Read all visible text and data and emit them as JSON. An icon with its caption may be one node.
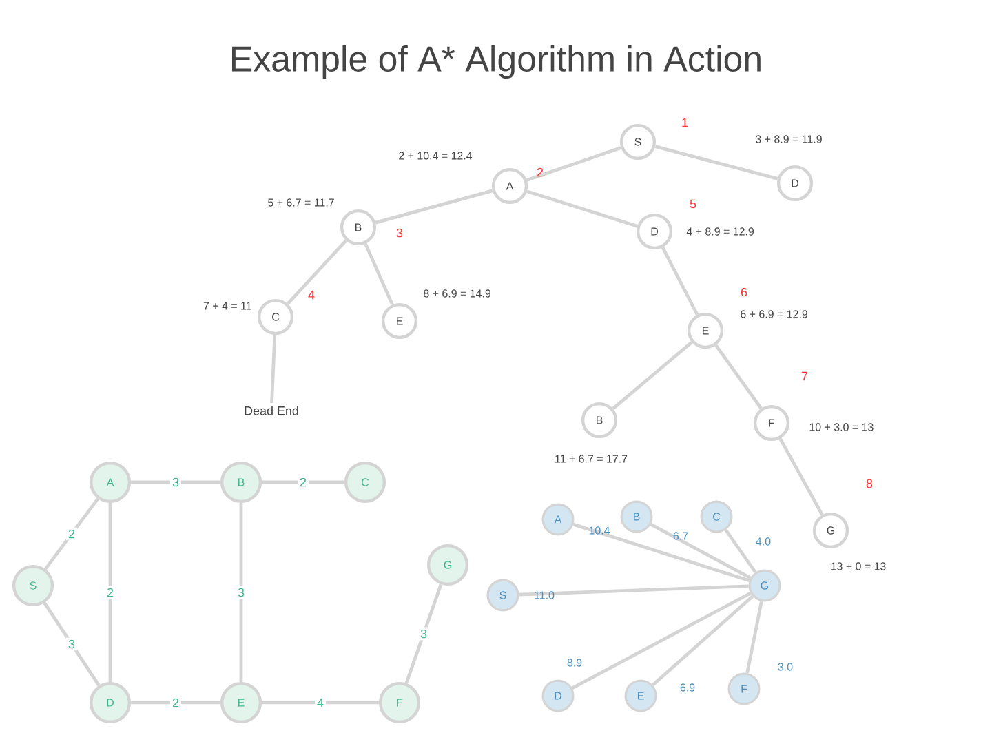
{
  "diagram": {
    "title": "Example of A* Algorithm in Action",
    "nodes": [
      {
        "text": [
          "S"
        ],
        "beside": [
          "1"
        ]
      },
      {
        "text": [
          "D"
        ],
        "beside": [
          "3 + 8.9 = 11.9"
        ]
      },
      {
        "text": [
          "A"
        ],
        "beside": [
          "2",
          "2 + 10.4 = 12.4"
        ]
      },
      {
        "text": [
          "B"
        ],
        "beside": [
          "3",
          "5 + 6.7 = 11.7"
        ]
      },
      {
        "text": [
          "D"
        ],
        "beside": [
          "5",
          "4 + 8.9 = 12.9"
        ]
      },
      {
        "text": [
          "C"
        ],
        "beside": [
          "4",
          "7 + 4 = 11"
        ]
      },
      {
        "text": [
          "E"
        ],
        "beside": [
          "8 + 6.9 = 14.9"
        ]
      },
      {
        "text": [
          "E"
        ],
        "beside": [
          "6",
          "6 + 6.9 = 12.9"
        ]
      },
      {
        "text": [
          "B"
        ],
        "beside": [
          "11 + 6.7 = 17.7"
        ]
      },
      {
        "text": [
          "F"
        ],
        "beside": [
          "7",
          "10 + 3.0 = 13"
        ]
      },
      {
        "text": [
          "G"
        ],
        "beside": [
          "8",
          "13 + 0 = 13"
        ]
      },
      {
        "text": [
          "Dead End"
        ]
      },
      {
        "text": [
          "S"
        ]
      },
      {
        "text": [
          "A"
        ]
      },
      {
        "text": [
          "B"
        ]
      },
      {
        "text": [
          "C"
        ]
      },
      {
        "text": [
          "D"
        ]
      },
      {
        "text": [
          "E"
        ]
      },
      {
        "text": [
          "F"
        ]
      },
      {
        "text": [
          "G"
        ]
      },
      {
        "text": [
          "A"
        ],
        "beside": [
          "10.4"
        ]
      },
      {
        "text": [
          "B"
        ],
        "beside": [
          "6.7"
        ]
      },
      {
        "text": [
          "C"
        ],
        "beside": [
          "4.0"
        ]
      },
      {
        "text": [
          "S"
        ],
        "beside": [
          "11.0"
        ]
      },
      {
        "text": [
          "D"
        ],
        "beside": [
          "8.9"
        ]
      },
      {
        "text": [
          "E"
        ],
        "beside": [
          "6.9"
        ]
      },
      {
        "text": [
          "F"
        ],
        "beside": [
          "3.0"
        ]
      },
      {
        "text": [
          "G"
        ]
      }
    ],
    "edges": [
      {
        "from": 0,
        "to": 2,
        "arrow": "none"
      },
      {
        "from": 0,
        "to": 1,
        "arrow": "none"
      },
      {
        "from": 2,
        "to": 3,
        "arrow": "none"
      },
      {
        "from": 2,
        "to": 4,
        "arrow": "none"
      },
      {
        "from": 3,
        "to": 5,
        "arrow": "none"
      },
      {
        "from": 3,
        "to": 6,
        "arrow": "none"
      },
      {
        "from": 4,
        "to": 7,
        "arrow": "none"
      },
      {
        "from": 7,
        "to": 8,
        "arrow": "none"
      },
      {
        "from": 7,
        "to": 9,
        "arrow": "none"
      },
      {
        "from": 9,
        "to": 10,
        "arrow": "none"
      },
      {
        "from": 5,
        "to": 11,
        "arrow": "none"
      },
      {
        "from": 12,
        "to": 13,
        "arrow": "none",
        "label": "2"
      },
      {
        "from": 12,
        "to": 16,
        "arrow": "none",
        "label": "3"
      },
      {
        "from": 13,
        "to": 14,
        "arrow": "none",
        "label": "3"
      },
      {
        "from": 13,
        "to": 16,
        "arrow": "none",
        "label": "2"
      },
      {
        "from": 14,
        "to": 15,
        "arrow": "none",
        "label": "2"
      },
      {
        "from": 14,
        "to": 17,
        "arrow": "none",
        "label": "3"
      },
      {
        "from": 16,
        "to": 17,
        "arrow": "none",
        "label": "2"
      },
      {
        "from": 17,
        "to": 18,
        "arrow": "none",
        "label": "4"
      },
      {
        "from": 18,
        "to": 19,
        "arrow": "none",
        "label": "3"
      },
      {
        "from": 20,
        "to": 27,
        "arrow": "none"
      },
      {
        "from": 21,
        "to": 27,
        "arrow": "none"
      },
      {
        "from": 22,
        "to": 27,
        "arrow": "none"
      },
      {
        "from": 23,
        "to": 27,
        "arrow": "none"
      },
      {
        "from": 24,
        "to": 27,
        "arrow": "none"
      },
      {
        "from": 25,
        "to": 27,
        "arrow": "none"
      },
      {
        "from": 26,
        "to": 27,
        "arrow": "none"
      }
    ]
  }
}
